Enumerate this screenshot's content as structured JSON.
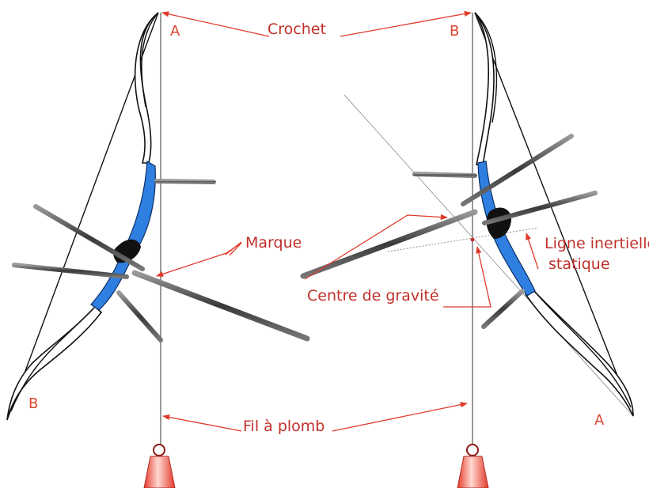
{
  "labels": {
    "crochet": "Crochet",
    "point_a_left": "A",
    "point_b_right_top": "B",
    "point_b_left_bottom": "B",
    "point_a_right_bottom": "A",
    "marque": "Marque",
    "centre_gravite": "Centre de gravité",
    "ligne_inertielle_1": "Ligne inertielle",
    "ligne_inertielle_2": "statique",
    "fil_a_plomb": "Fil à plomb"
  },
  "colors": {
    "annotation": "#e03a2a",
    "label_text": "#c0302a",
    "riser_blue": "#2f7fe0",
    "weight_red": "#e8412f"
  }
}
